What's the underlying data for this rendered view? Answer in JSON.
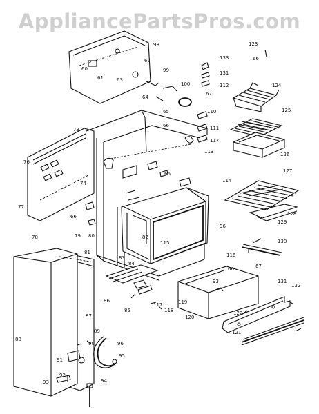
{
  "watermark": "AppliancePartsPros.com",
  "labels": [
    "98",
    "60",
    "67",
    "61",
    "63",
    "123",
    "66",
    "133",
    "131",
    "112",
    "99",
    "100",
    "124",
    "67",
    "65",
    "64",
    "110",
    "125",
    "111",
    "117",
    "126",
    "73",
    "66",
    "113",
    "76",
    "114",
    "127",
    "66",
    "74",
    "128",
    "77",
    "129",
    "66",
    "96",
    "130",
    "79",
    "80",
    "82",
    "115",
    "116",
    "78",
    "81",
    "83",
    "66",
    "131",
    "84",
    "87",
    "67",
    "132",
    "86",
    "85",
    "117",
    "118",
    "119",
    "120",
    "122",
    "93",
    "88",
    "89",
    "121",
    "90",
    "96",
    "95",
    "91",
    "92",
    "93",
    "94"
  ]
}
